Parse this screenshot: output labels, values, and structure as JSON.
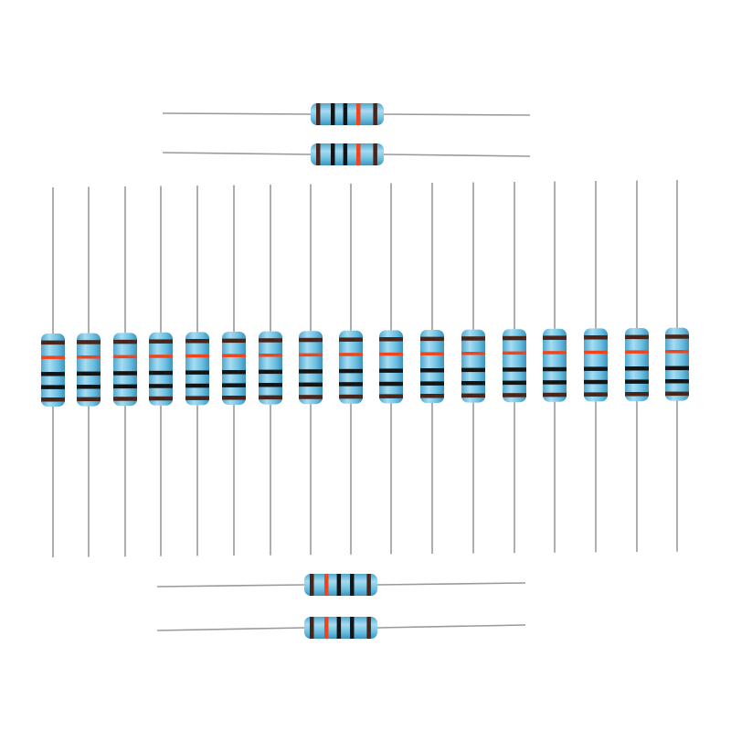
{
  "photo": {
    "subject": "resistors",
    "background_color": "#ffffff",
    "body_color": "#6cc0e2",
    "body_highlight": "#a6dcf0",
    "lead_color": "#9a9a9a",
    "band_colors": {
      "brown": "#4a2418",
      "black": "#141414",
      "red": "#f0441c"
    },
    "vertical_resistor_count": 17,
    "vertical_band_sequence": [
      "brown",
      "red",
      "black",
      "black",
      "brown"
    ],
    "horizontal_top_count": 2,
    "horizontal_top_band_sequence": [
      "brown",
      "black",
      "black",
      "red",
      "brown"
    ],
    "horizontal_bottom_count": 2,
    "horizontal_bottom_band_sequence": [
      "brown",
      "red",
      "black",
      "black",
      "brown"
    ]
  }
}
